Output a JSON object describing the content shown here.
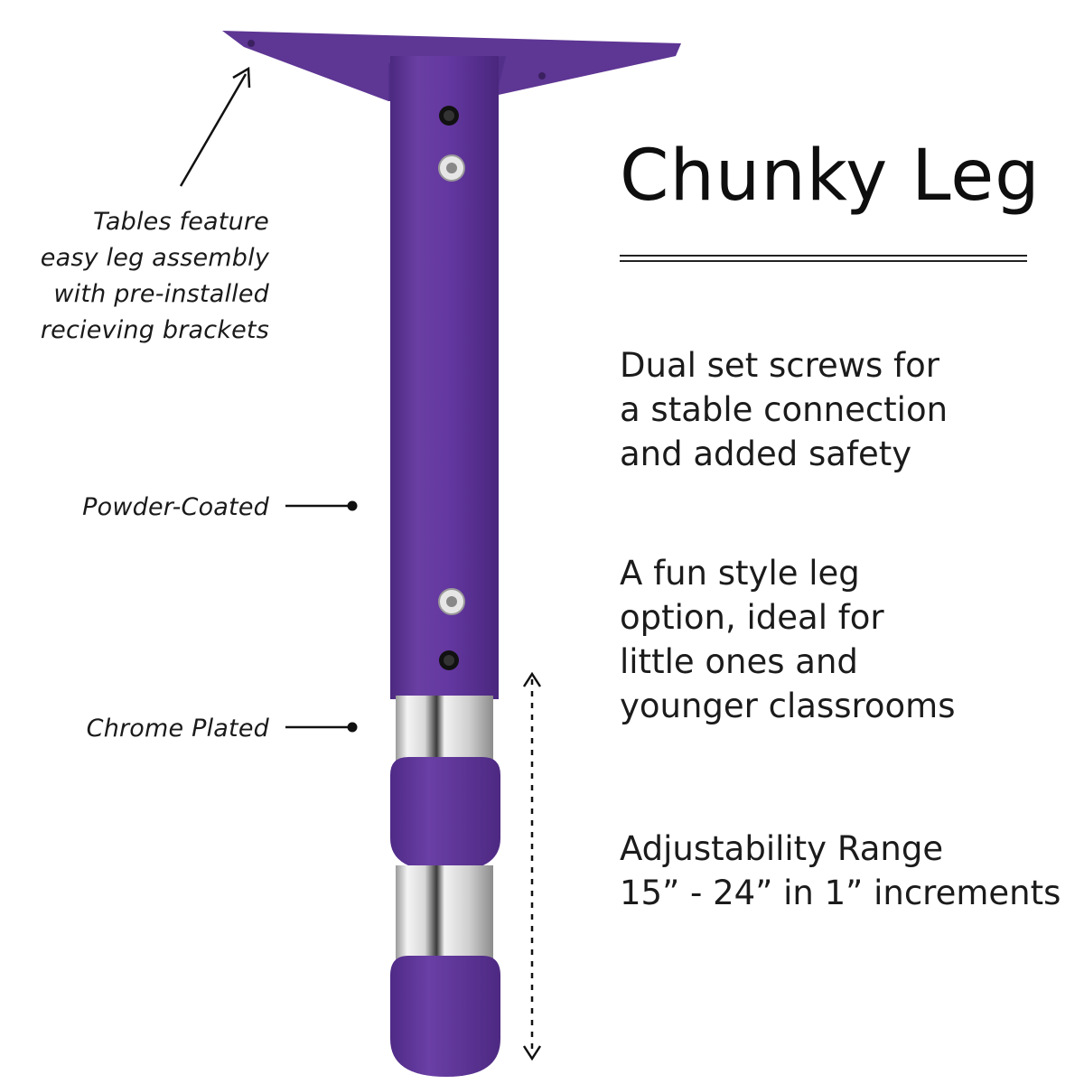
{
  "title": "Chunky Leg",
  "callouts": {
    "assembly": [
      "Tables feature",
      "easy leg assembly",
      "with pre-installed",
      "recieving brackets"
    ],
    "powder_coated": "Powder-Coated",
    "chrome_plated": "Chrome Plated"
  },
  "features": [
    [
      "Dual set screws for",
      "a stable connection",
      "and added safety"
    ],
    [
      "A fun style leg",
      "option, ideal for",
      "little ones and",
      "younger classrooms"
    ],
    [
      "Adjustability Range",
      "15” - 24” in 1” increments"
    ]
  ],
  "colors": {
    "leg_purple": "#5e3694",
    "chrome": "#c9c9c9",
    "text": "#111111"
  },
  "icons": [
    "arrow-up-right-icon",
    "pointer-dot-icon",
    "double-arrow-vertical-icon"
  ]
}
